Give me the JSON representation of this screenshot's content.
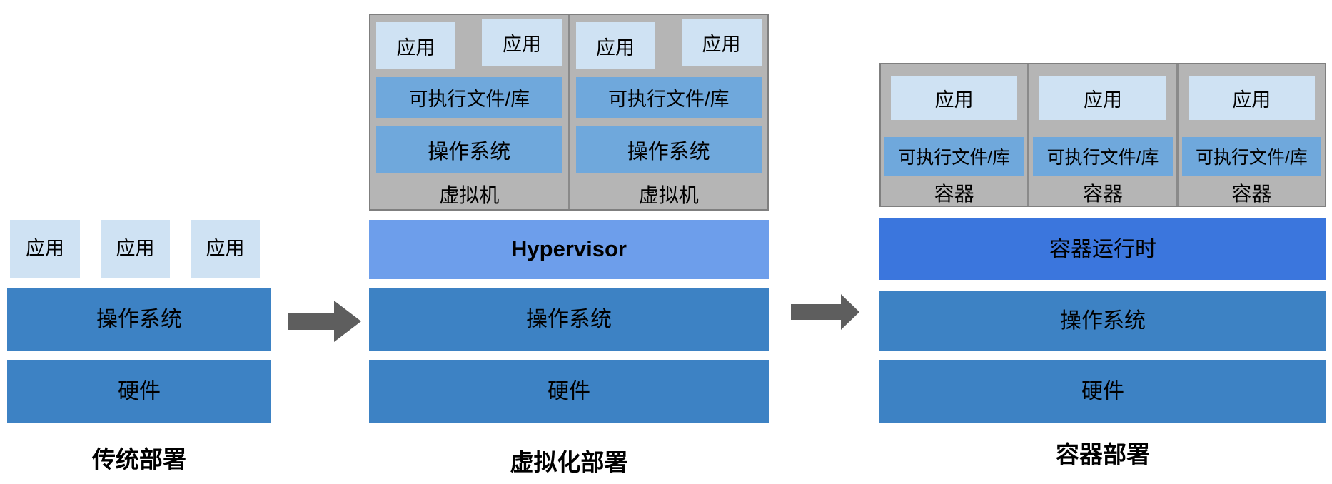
{
  "colors": {
    "app_box_light_blue": "#cfe2f3",
    "inner_bar_blue": "#6fa8dc",
    "stack_bar_steel_blue": "#3d82c4",
    "hypervisor_periwinkle": "#6d9eeb",
    "container_runtime_royal_blue": "#3b76dd",
    "machine_box_gray": "#b5b5b5",
    "machine_box_border": "#7f7f7f",
    "arrow_gray": "#5e5e5e",
    "text": "#000000",
    "background": "#ffffff"
  },
  "columns": {
    "traditional": {
      "caption": "传统部署",
      "apps": [
        "应用",
        "应用",
        "应用"
      ],
      "os": "操作系统",
      "hardware": "硬件"
    },
    "virtualized": {
      "caption": "虚拟化部署",
      "hypervisor": "Hypervisor",
      "os": "操作系统",
      "hardware": "硬件",
      "vms": [
        {
          "label": "虚拟机",
          "apps": [
            "应用",
            "应用"
          ],
          "libs": "可执行文件/库",
          "os": "操作系统"
        },
        {
          "label": "虚拟机",
          "apps": [
            "应用",
            "应用"
          ],
          "libs": "可执行文件/库",
          "os": "操作系统"
        }
      ]
    },
    "containerized": {
      "caption": "容器部署",
      "runtime": "容器运行时",
      "os": "操作系统",
      "hardware": "硬件",
      "containers": [
        {
          "label": "容器",
          "app": "应用",
          "libs": "可执行文件/库"
        },
        {
          "label": "容器",
          "app": "应用",
          "libs": "可执行文件/库"
        },
        {
          "label": "容器",
          "app": "应用",
          "libs": "可执行文件/库"
        }
      ]
    }
  }
}
